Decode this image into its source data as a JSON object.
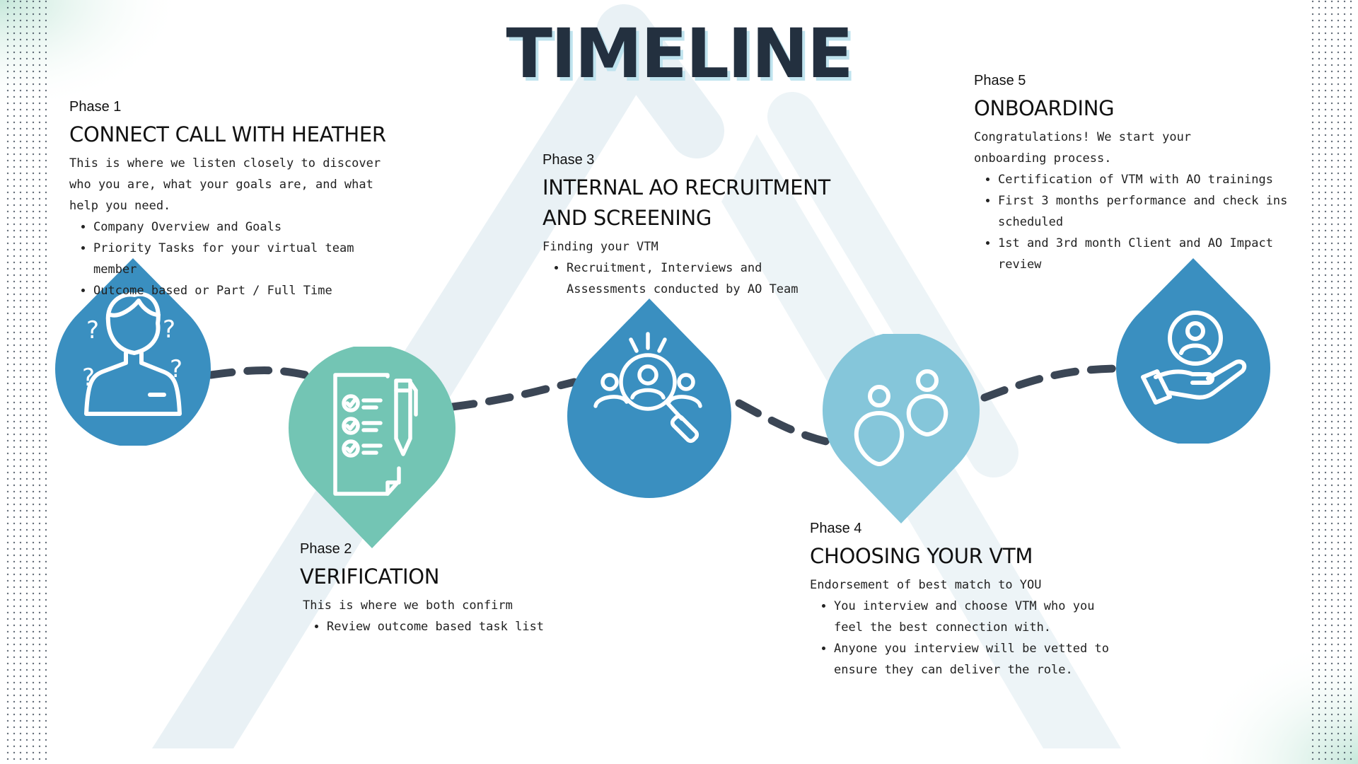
{
  "title": "TIMELINE",
  "colors": {
    "dark_blue": "#3a8fc0",
    "teal": "#73c5b4",
    "light_blue": "#85c6da",
    "title_text": "#23303f",
    "title_shadow": "#bfe3ee",
    "dash_line": "#3b4655"
  },
  "phases": [
    {
      "label": "Phase 1",
      "heading": "CONNECT CALL WITH HEATHER",
      "description": "This is where we listen closely to discover who you are, what your goals are, and what help you need.",
      "bullets": [
        "Company Overview and Goals",
        "Priority Tasks for your virtual team member",
        "Outcome based or Part / Full Time"
      ],
      "icon": "person-question-icon"
    },
    {
      "label": "Phase 2",
      "heading": "VERIFICATION",
      "description": "This is where we both confirm",
      "bullets": [
        "Review outcome based task list"
      ],
      "icon": "checklist-clipboard-icon"
    },
    {
      "label": "Phase 3",
      "heading": "INTERNAL AO RECRUITMENT AND SCREENING",
      "description": "Finding your VTM",
      "bullets": [
        "Recruitment, Interviews and Assessments conducted by AO Team"
      ],
      "icon": "talent-search-icon"
    },
    {
      "label": "Phase 4",
      "heading": "CHOOSING YOUR VTM",
      "description": "Endorsement of best match to YOU",
      "bullets": [
        "You interview and choose VTM who you feel the best connection with.",
        "Anyone you interview will be vetted to ensure they can deliver the role."
      ],
      "icon": "people-match-icon"
    },
    {
      "label": "Phase 5",
      "heading": "ONBOARDING",
      "description": "Congratulations! We start your onboarding process.",
      "bullets": [
        "Certification of VTM with AO trainings",
        "First 3 months performance and check ins scheduled",
        "1st and 3rd month Client and AO Impact review"
      ],
      "icon": "hand-person-icon"
    }
  ]
}
